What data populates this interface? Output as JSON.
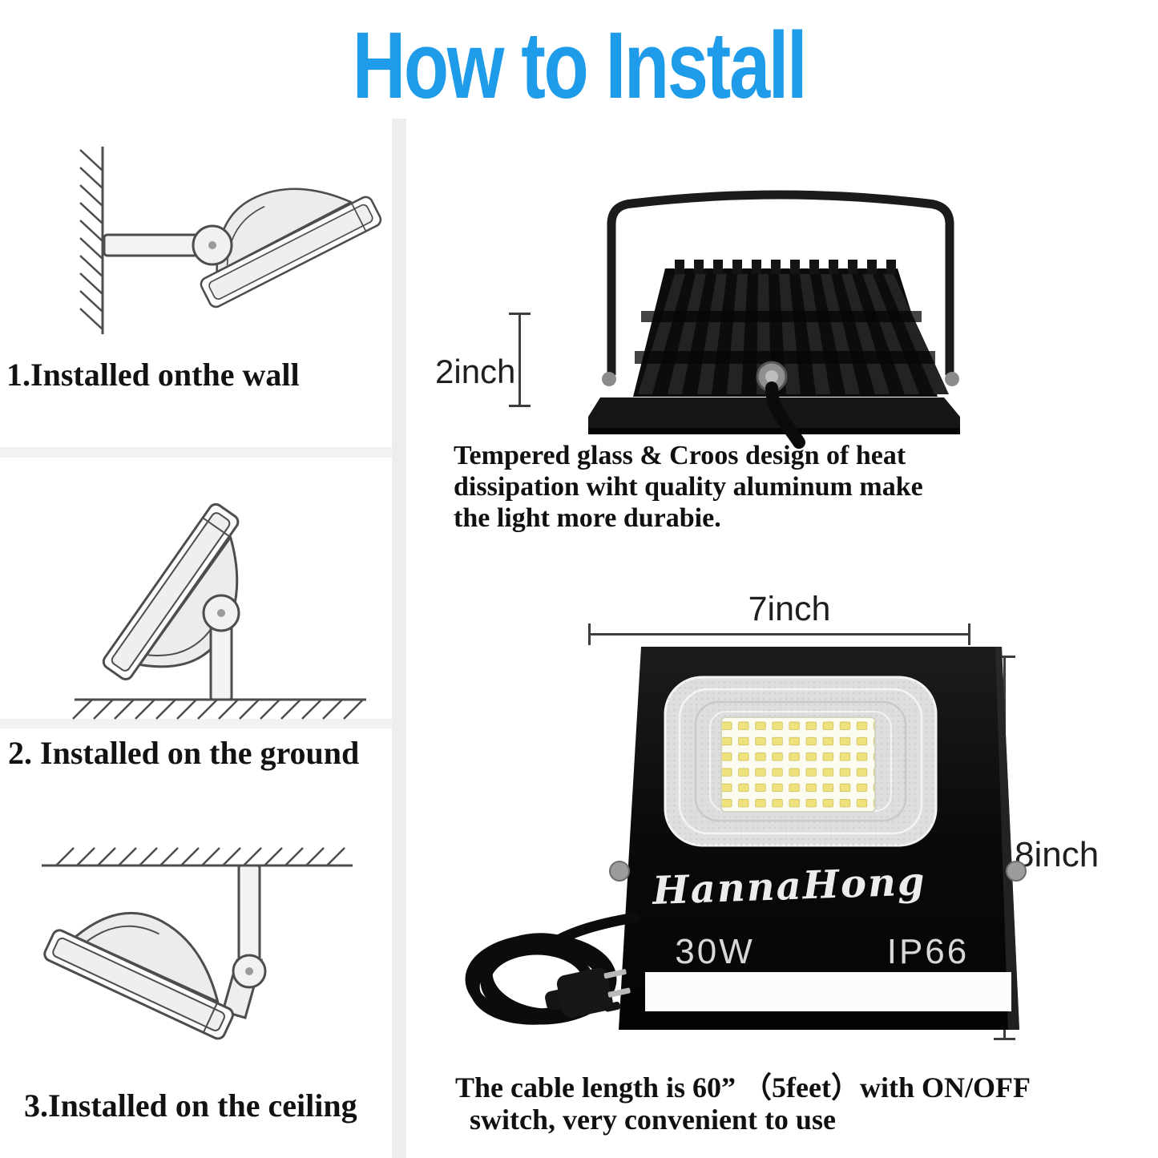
{
  "title": "How to Install",
  "colors": {
    "accent": "#1e9be9",
    "led_yellow": "#efe27d",
    "body_black": "#0b0b0b"
  },
  "steps": [
    {
      "label": "1.Installed onthe wall"
    },
    {
      "label": "2. Installed on the ground"
    },
    {
      "label": "3.Installed on the ceiling"
    }
  ],
  "back_view": {
    "height_dim": "2inch",
    "description_lines": [
      "Tempered glass & Croos design of heat",
      "dissipation wiht quality aluminum make",
      "the light more durabie."
    ]
  },
  "front_view": {
    "width_dim": "7inch",
    "height_dim": "8inch",
    "brand": "HannaHong",
    "wattage": "30W",
    "ip_rating": "IP66"
  },
  "cable_note_lines": [
    "The cable length is 60” （5feet）with ON/OFF",
    "switch, very convenient to use"
  ]
}
